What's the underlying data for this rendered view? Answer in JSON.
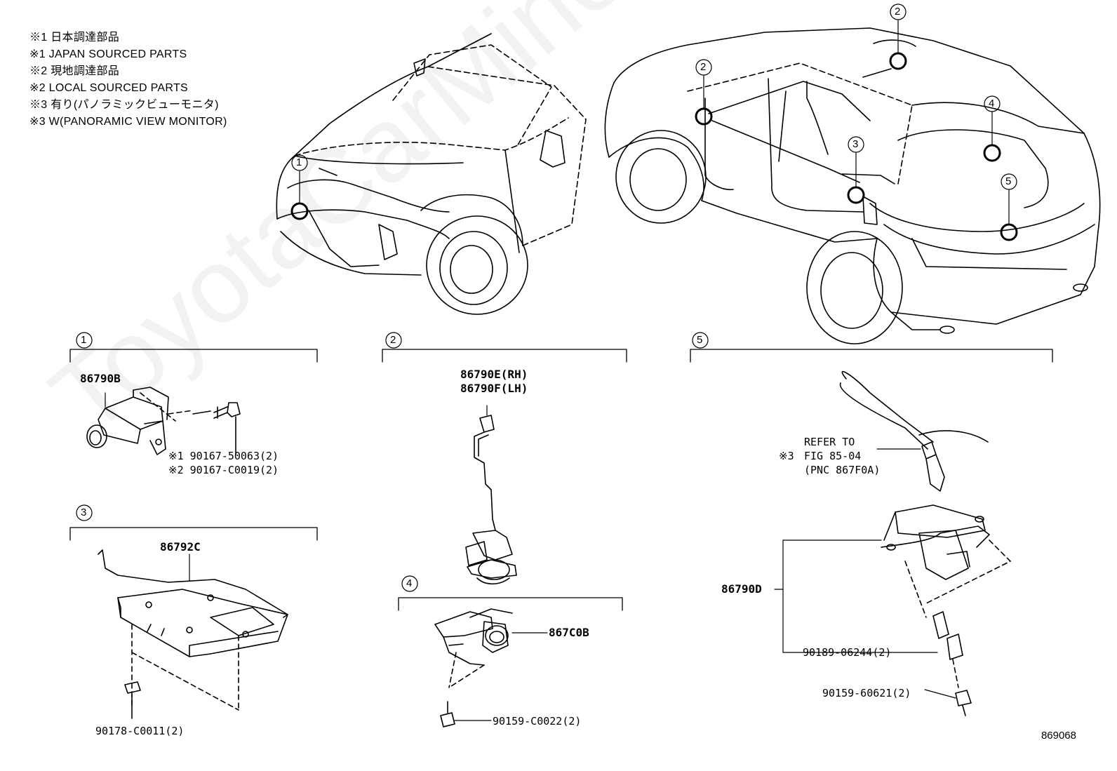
{
  "notes": [
    "※1 日本調達部品",
    "※1 JAPAN SOURCED PARTS",
    "※2 現地調達部品",
    "※2 LOCAL SOURCED PARTS",
    "※3 有り(パノラミックビューモニタ)",
    "※3 W(PANORAMIC VIEW MONITOR)"
  ],
  "watermark": "ToyotaCarMine.ru",
  "figure_number": "869068",
  "callouts": {
    "c1": "1",
    "c2": "2",
    "c3": "3",
    "c4": "4",
    "c5": "5"
  },
  "parts": {
    "p86790B": "86790B",
    "p90167_50063": "※1 90167-50063(2)",
    "p90167_C0019": "※2 90167-C0019(2)",
    "p86790E": "86790E(RH)",
    "p86790F": "86790F(LH)",
    "p86792C": "86792C",
    "p90178": "90178-C0011(2)",
    "p867C0B": "867C0B",
    "p90159_C0022": "90159-C0022(2)",
    "refer_mark": "※3",
    "refer1": "REFER TO",
    "refer2": "FIG 85-04",
    "refer3": "(PNC 867F0A)",
    "p86790D": "86790D",
    "p90189": "90189-06244(2)",
    "p90159_60621": "90159-60621(2)"
  }
}
